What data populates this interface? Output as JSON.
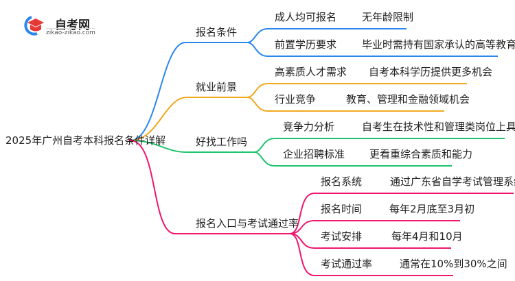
{
  "logo": {
    "title": "自考网",
    "url": "zikao-zikao.com"
  },
  "root": "2025年广州自考本科报名条件详解",
  "colors": {
    "blue": "#2b86f0",
    "orange": "#f2a81d",
    "green": "#1ec46d",
    "pink": "#f0156e"
  },
  "branches": [
    {
      "label": "报名条件",
      "children": [
        {
          "label": "成人均可报名",
          "value": "无年龄限制"
        },
        {
          "label": "前置学历要求",
          "value": "毕业时需持有国家承认的高等教育学历"
        }
      ]
    },
    {
      "label": "就业前景",
      "children": [
        {
          "label": "高素质人才需求",
          "value": "自考本科学历提供更多机会"
        },
        {
          "label": "行业竞争",
          "value": "教育、管理和金融领域机会"
        }
      ]
    },
    {
      "label": "好找工作吗",
      "children": [
        {
          "label": "竞争力分析",
          "value": "自考生在技术性和管理类岗位上具竞争力"
        },
        {
          "label": "企业招聘标准",
          "value": "更看重综合素质和能力"
        }
      ]
    },
    {
      "label": "报名入口与考试通过率",
      "children": [
        {
          "label": "报名系统",
          "value": "通过广东省自学考试管理系统报名"
        },
        {
          "label": "报名时间",
          "value": "每年2月底至3月初"
        },
        {
          "label": "考试安排",
          "value": "每年4月和10月"
        },
        {
          "label": "考试通过率",
          "value": "通常在10%到30%之间"
        }
      ]
    }
  ]
}
